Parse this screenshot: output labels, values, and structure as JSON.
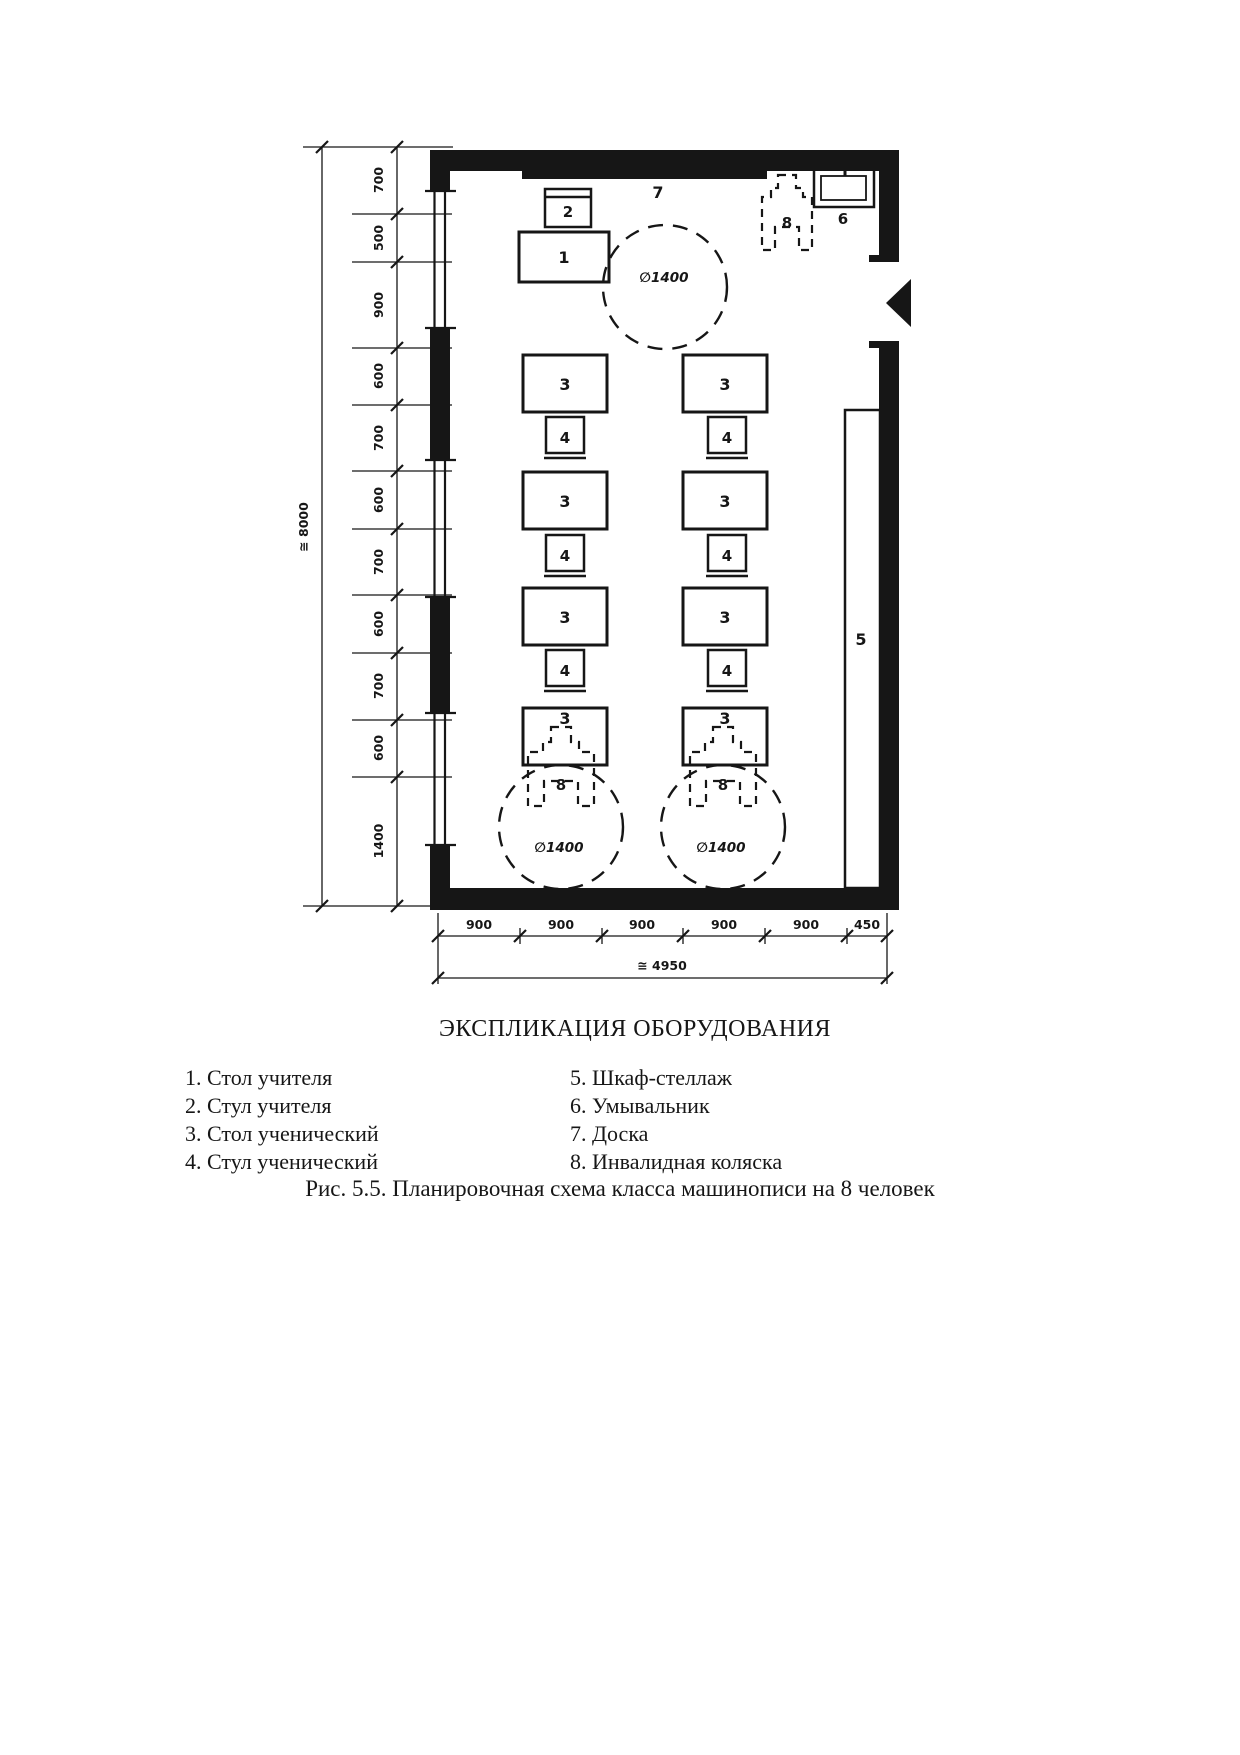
{
  "plan": {
    "labels": {
      "teacher_desk": "1",
      "teacher_chair": "2",
      "student_desk": "3",
      "student_chair": "4",
      "shelf": "5",
      "washbasin": "6",
      "board": "7",
      "wheelchair": "8",
      "turn_circle": "∅1400"
    },
    "dims": {
      "left_overall": "≅ 8000",
      "left_chain": [
        "700",
        "500",
        "900",
        "600",
        "700",
        "600",
        "700",
        "600",
        "700",
        "600",
        "1400"
      ],
      "bottom_chain": [
        "900",
        "900",
        "900",
        "900",
        "900",
        "450"
      ],
      "bottom_overall": "≅ 4950"
    }
  },
  "legend": {
    "title": "ЭКСПЛИКАЦИЯ ОБОРУДОВАНИЯ",
    "items_left": [
      "1. Стол учителя",
      "2. Стул учителя",
      "3. Стол ученический",
      "4. Стул ученический"
    ],
    "items_right": [
      "5. Шкаф-стеллаж",
      "6. Умывальник",
      "7. Доска",
      "8. Инвалидная коляска"
    ]
  },
  "caption": "Рис. 5.5. Планировочная схема класса машинописи на 8 человек"
}
